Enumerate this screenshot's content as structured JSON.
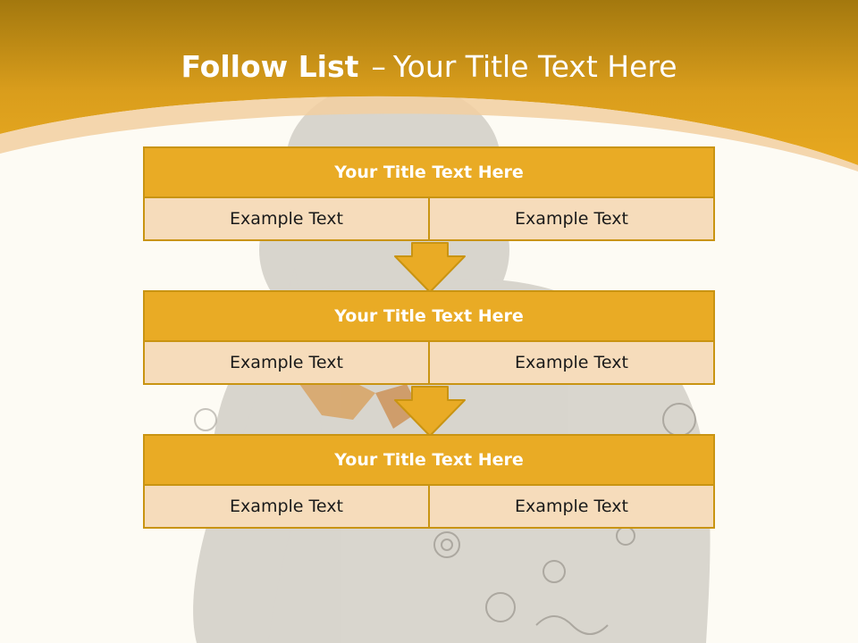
{
  "slide": {
    "title_bold": "Follow List",
    "title_dash": "–",
    "title_rest": "Your Title Text Here"
  },
  "blocks": [
    {
      "title": "Your Title Text Here",
      "left": "Example Text",
      "right": "Example Text"
    },
    {
      "title": "Your Title Text Here",
      "left": "Example Text",
      "right": "Example Text"
    },
    {
      "title": "Your Title Text Here",
      "left": "Example Text",
      "right": "Example Text"
    }
  ],
  "colors": {
    "header_gold": "#e9ab25",
    "cell_peach": "#f6dcbb",
    "border_gold": "#c99412",
    "background": "#fdfbf4"
  }
}
